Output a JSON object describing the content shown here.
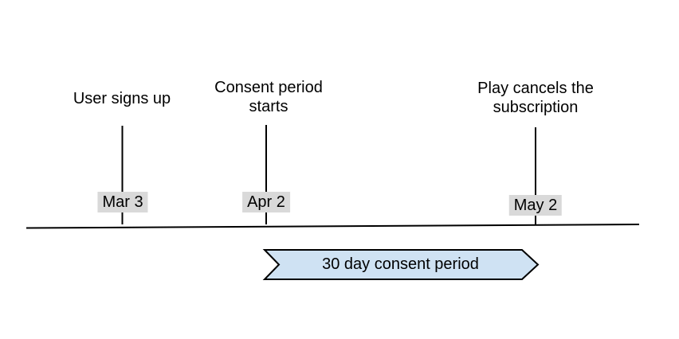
{
  "diagram": {
    "description_label": "subscription consent period timeline",
    "events": [
      {
        "label": "User signs up",
        "date": "Mar 3"
      },
      {
        "label": "Consent period\nstarts",
        "date": "Apr 2"
      },
      {
        "label": "Play cancels the\nsubscription",
        "date": "May 2"
      }
    ],
    "banner": {
      "label": "30 day consent period"
    }
  },
  "colors": {
    "background": "#ffffff",
    "line": "#000000",
    "text": "#000000",
    "banner_fill": "#cfe2f3",
    "banner_border": "#000000",
    "date_chip_bg": "#d9d9d9"
  }
}
